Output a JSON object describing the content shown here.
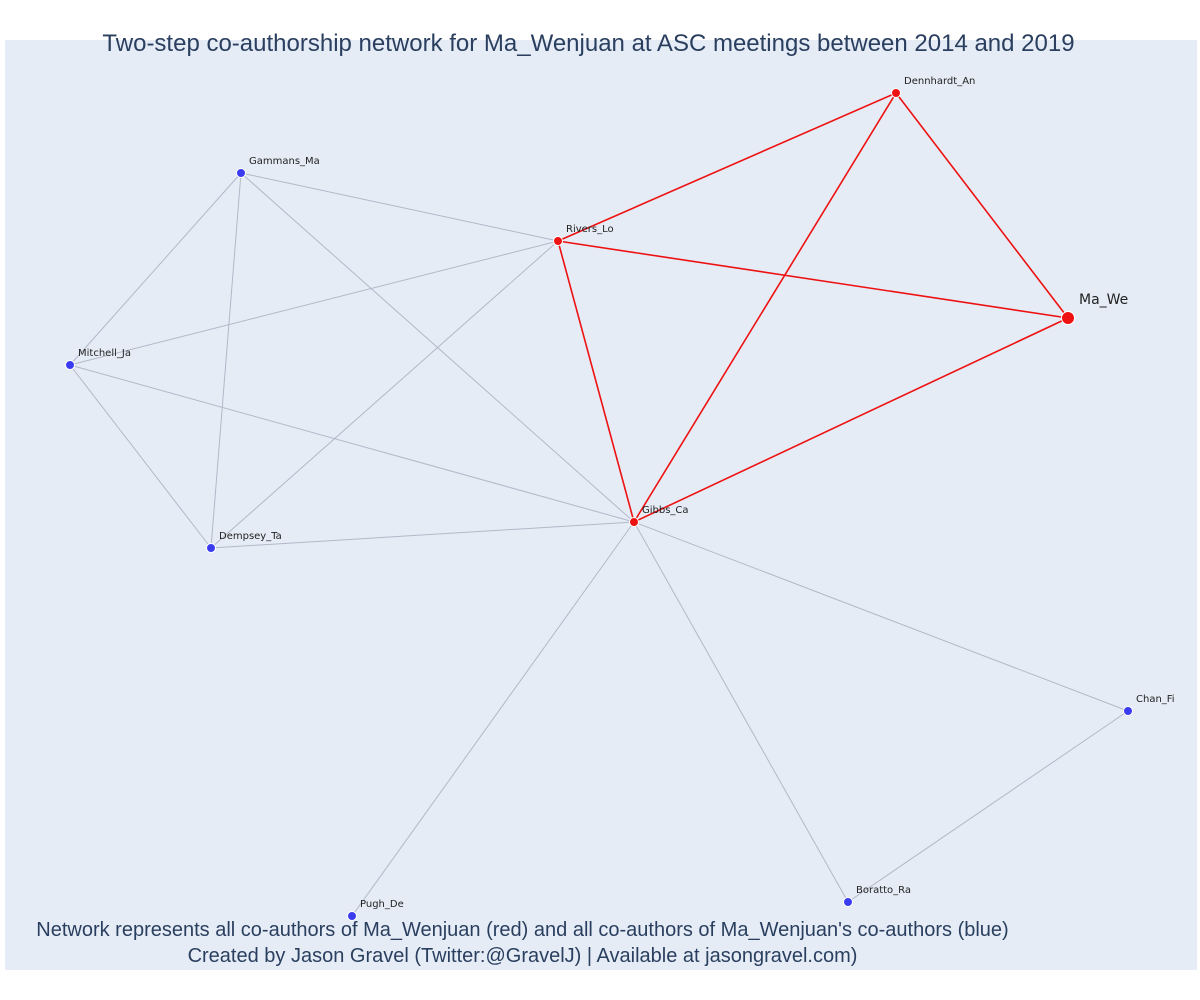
{
  "title": "Two-step co-authorship network for Ma_Wenjuan at ASC meetings between 2014 and 2019",
  "footnote": {
    "line1": "Network represents all co-authors of Ma_Wenjuan (red) and all co-authors of Ma_Wenjuan's co-authors (blue)",
    "line2": "Created by Jason Gravel (Twitter:@GravelJ) | Available at jasongravel.com)"
  },
  "colors": {
    "background": "#e5ecf6",
    "red": "#ee1111",
    "blue": "#3b3bf0",
    "grey_edge": "#b3b8c8"
  },
  "nodes": [
    {
      "id": "Ma_We",
      "label": "Ma_We",
      "group": "focus"
    },
    {
      "id": "Dennhardt_An",
      "label": "Dennhardt_An",
      "group": "red"
    },
    {
      "id": "Rivers_Lo",
      "label": "Rivers_Lo",
      "group": "red"
    },
    {
      "id": "Gibbs_Ca",
      "label": "Gibbs_Ca",
      "group": "red"
    },
    {
      "id": "Gammans_Ma",
      "label": "Gammans_Ma",
      "group": "blue"
    },
    {
      "id": "Mitchell_Ja",
      "label": "Mitchell_Ja",
      "group": "blue"
    },
    {
      "id": "Dempsey_Ta",
      "label": "Dempsey_Ta",
      "group": "blue"
    },
    {
      "id": "Chan_Fi",
      "label": "Chan_Fi",
      "group": "blue"
    },
    {
      "id": "Boratto_Ra",
      "label": "Boratto_Ra",
      "group": "blue"
    },
    {
      "id": "Pugh_De",
      "label": "Pugh_De",
      "group": "blue"
    }
  ],
  "edges": [
    {
      "source": "Gammans_Ma",
      "target": "Rivers_Lo",
      "type": "grey"
    },
    {
      "source": "Gammans_Ma",
      "target": "Gibbs_Ca",
      "type": "grey"
    },
    {
      "source": "Gammans_Ma",
      "target": "Mitchell_Ja",
      "type": "grey"
    },
    {
      "source": "Gammans_Ma",
      "target": "Dempsey_Ta",
      "type": "grey"
    },
    {
      "source": "Mitchell_Ja",
      "target": "Rivers_Lo",
      "type": "grey"
    },
    {
      "source": "Mitchell_Ja",
      "target": "Gibbs_Ca",
      "type": "grey"
    },
    {
      "source": "Mitchell_Ja",
      "target": "Dempsey_Ta",
      "type": "grey"
    },
    {
      "source": "Dempsey_Ta",
      "target": "Rivers_Lo",
      "type": "grey"
    },
    {
      "source": "Dempsey_Ta",
      "target": "Gibbs_Ca",
      "type": "grey"
    },
    {
      "source": "Gibbs_Ca",
      "target": "Chan_Fi",
      "type": "grey"
    },
    {
      "source": "Gibbs_Ca",
      "target": "Boratto_Ra",
      "type": "grey"
    },
    {
      "source": "Gibbs_Ca",
      "target": "Pugh_De",
      "type": "grey"
    },
    {
      "source": "Chan_Fi",
      "target": "Boratto_Ra",
      "type": "grey"
    },
    {
      "source": "Rivers_Lo",
      "target": "Dennhardt_An",
      "type": "red"
    },
    {
      "source": "Rivers_Lo",
      "target": "Ma_We",
      "type": "red"
    },
    {
      "source": "Rivers_Lo",
      "target": "Gibbs_Ca",
      "type": "red"
    },
    {
      "source": "Dennhardt_An",
      "target": "Ma_We",
      "type": "red"
    },
    {
      "source": "Dennhardt_An",
      "target": "Gibbs_Ca",
      "type": "red"
    },
    {
      "source": "Gibbs_Ca",
      "target": "Ma_We",
      "type": "red"
    }
  ]
}
